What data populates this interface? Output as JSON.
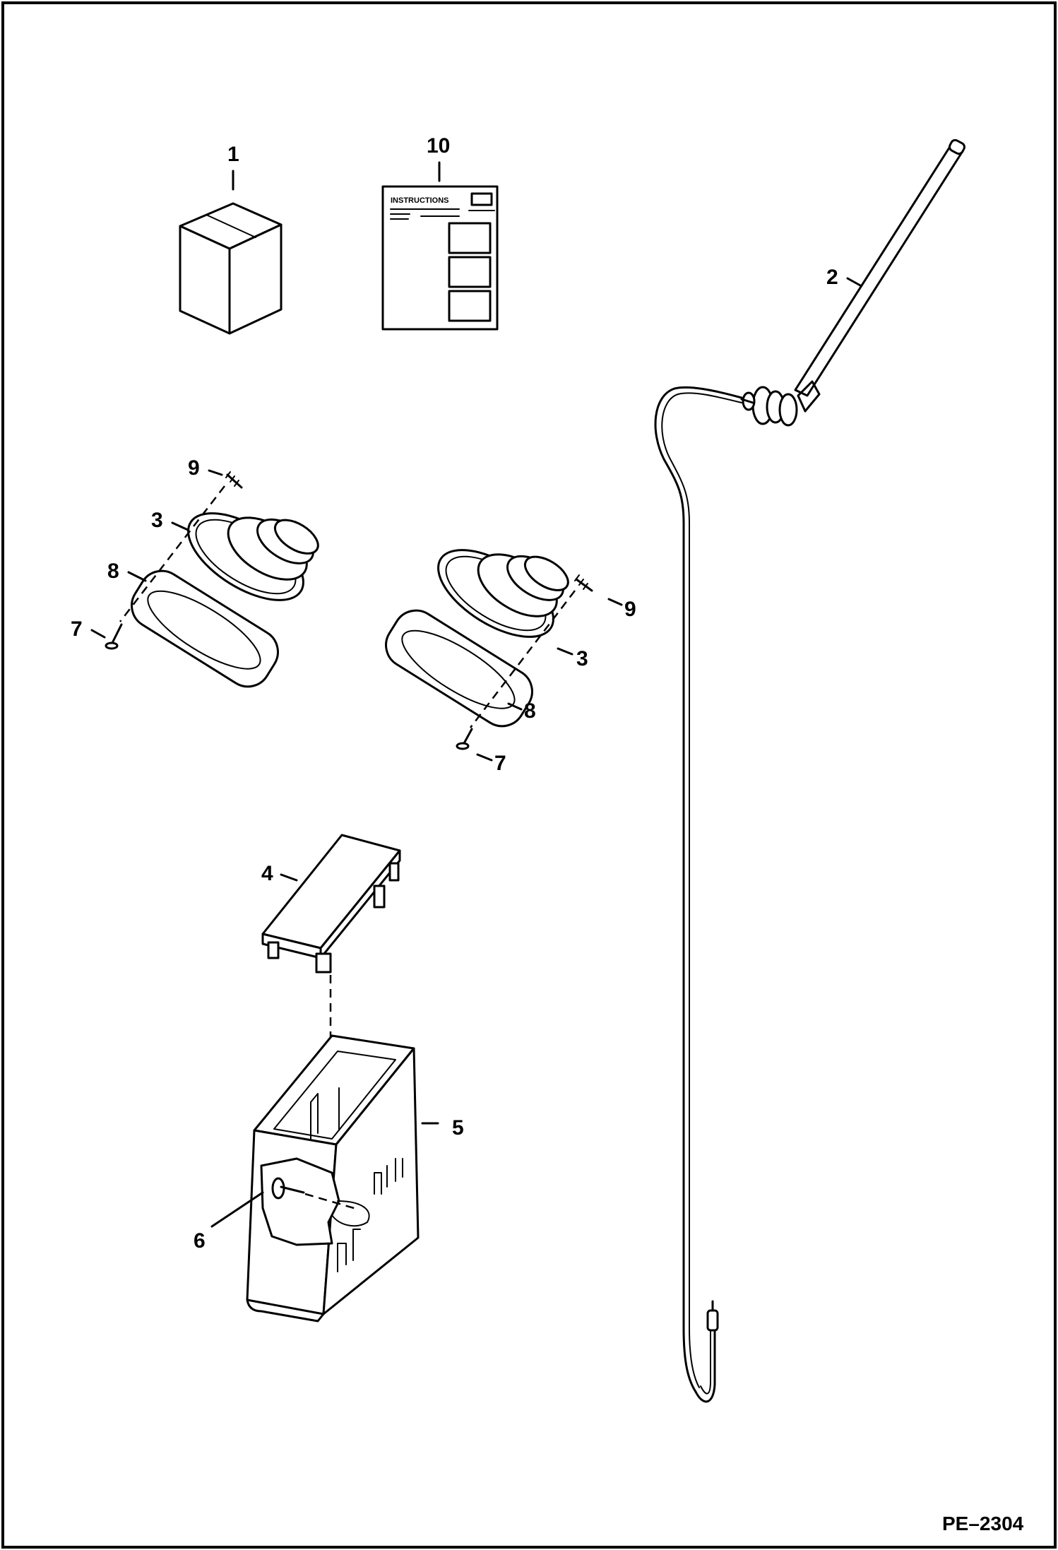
{
  "callouts": [
    {
      "id": "1",
      "text": "1"
    },
    {
      "id": "10",
      "text": "10"
    },
    {
      "id": "2",
      "text": "2"
    },
    {
      "id": "9a",
      "text": "9"
    },
    {
      "id": "3a",
      "text": "3"
    },
    {
      "id": "8a",
      "text": "8"
    },
    {
      "id": "7a",
      "text": "7"
    },
    {
      "id": "9b",
      "text": "9"
    },
    {
      "id": "3b",
      "text": "3"
    },
    {
      "id": "8b",
      "text": "8"
    },
    {
      "id": "7b",
      "text": "7"
    },
    {
      "id": "4",
      "text": "4"
    },
    {
      "id": "5",
      "text": "5"
    },
    {
      "id": "6",
      "text": "6"
    }
  ],
  "instruction_sheet": {
    "heading": "INSTRUCTIONS"
  },
  "drawing_code": "PE–2304"
}
